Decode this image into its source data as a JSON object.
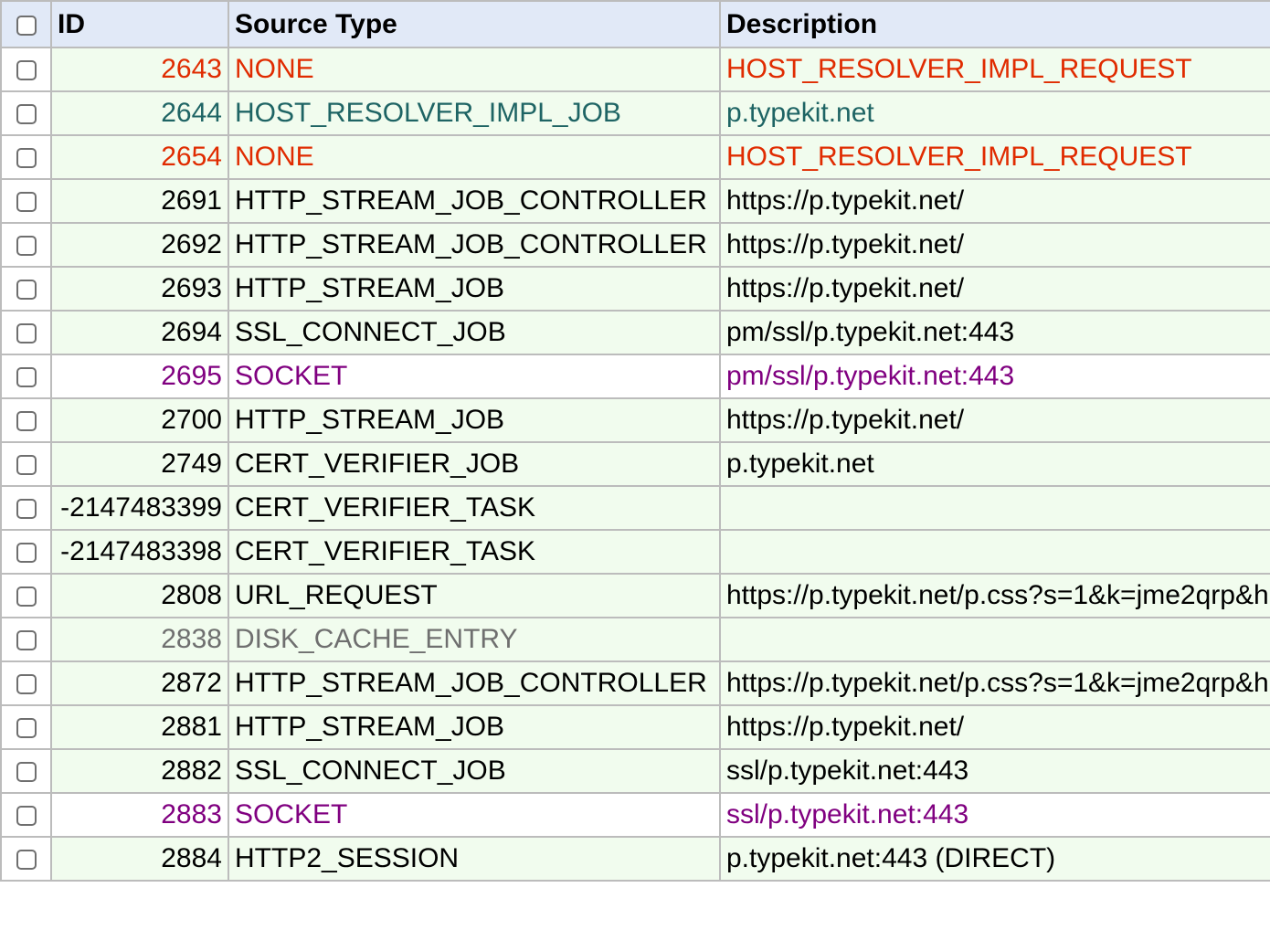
{
  "colors": {
    "header_bg": "#e1e9f7",
    "row_bg_inactive": "#f1fcee",
    "row_bg_active": "#ffffff",
    "grid_line": "#bcbcbc",
    "text_default": "#000000",
    "text_error": "#e02b00",
    "text_teal": "#1e6464",
    "text_purple": "#800080",
    "text_gray": "#6f6f6f"
  },
  "header": {
    "id": "ID",
    "source_type": "Source Type",
    "description": "Description"
  },
  "rows": [
    {
      "id": "2643",
      "type": "NONE",
      "desc": "HOST_RESOLVER_IMPL_REQUEST",
      "color": "error",
      "bg": "inactive"
    },
    {
      "id": "2644",
      "type": "HOST_RESOLVER_IMPL_JOB",
      "desc": "p.typekit.net",
      "color": "teal",
      "bg": "inactive"
    },
    {
      "id": "2654",
      "type": "NONE",
      "desc": "HOST_RESOLVER_IMPL_REQUEST",
      "color": "error",
      "bg": "inactive"
    },
    {
      "id": "2691",
      "type": "HTTP_STREAM_JOB_CONTROLLER",
      "desc": "https://p.typekit.net/",
      "color": "default",
      "bg": "inactive"
    },
    {
      "id": "2692",
      "type": "HTTP_STREAM_JOB_CONTROLLER",
      "desc": "https://p.typekit.net/",
      "color": "default",
      "bg": "inactive"
    },
    {
      "id": "2693",
      "type": "HTTP_STREAM_JOB",
      "desc": "https://p.typekit.net/",
      "color": "default",
      "bg": "inactive"
    },
    {
      "id": "2694",
      "type": "SSL_CONNECT_JOB",
      "desc": "pm/ssl/p.typekit.net:443",
      "color": "default",
      "bg": "inactive"
    },
    {
      "id": "2695",
      "type": "SOCKET",
      "desc": "pm/ssl/p.typekit.net:443",
      "color": "purple",
      "bg": "active"
    },
    {
      "id": "2700",
      "type": "HTTP_STREAM_JOB",
      "desc": "https://p.typekit.net/",
      "color": "default",
      "bg": "inactive"
    },
    {
      "id": "2749",
      "type": "CERT_VERIFIER_JOB",
      "desc": "p.typekit.net",
      "color": "default",
      "bg": "inactive"
    },
    {
      "id": "-2147483399",
      "type": "CERT_VERIFIER_TASK",
      "desc": "",
      "color": "default",
      "bg": "inactive"
    },
    {
      "id": "-2147483398",
      "type": "CERT_VERIFIER_TASK",
      "desc": "",
      "color": "default",
      "bg": "inactive"
    },
    {
      "id": "2808",
      "type": "URL_REQUEST",
      "desc": "https://p.typekit.net/p.css?s=1&k=jme2qrp&h",
      "color": "default",
      "bg": "inactive"
    },
    {
      "id": "2838",
      "type": "DISK_CACHE_ENTRY",
      "desc": "",
      "color": "gray",
      "bg": "inactive"
    },
    {
      "id": "2872",
      "type": "HTTP_STREAM_JOB_CONTROLLER",
      "desc": "https://p.typekit.net/p.css?s=1&k=jme2qrp&h",
      "color": "default",
      "bg": "inactive"
    },
    {
      "id": "2881",
      "type": "HTTP_STREAM_JOB",
      "desc": "https://p.typekit.net/",
      "color": "default",
      "bg": "inactive"
    },
    {
      "id": "2882",
      "type": "SSL_CONNECT_JOB",
      "desc": "ssl/p.typekit.net:443",
      "color": "default",
      "bg": "inactive"
    },
    {
      "id": "2883",
      "type": "SOCKET",
      "desc": "ssl/p.typekit.net:443",
      "color": "purple",
      "bg": "active"
    },
    {
      "id": "2884",
      "type": "HTTP2_SESSION",
      "desc": "p.typekit.net:443 (DIRECT)",
      "color": "default",
      "bg": "inactive"
    }
  ]
}
